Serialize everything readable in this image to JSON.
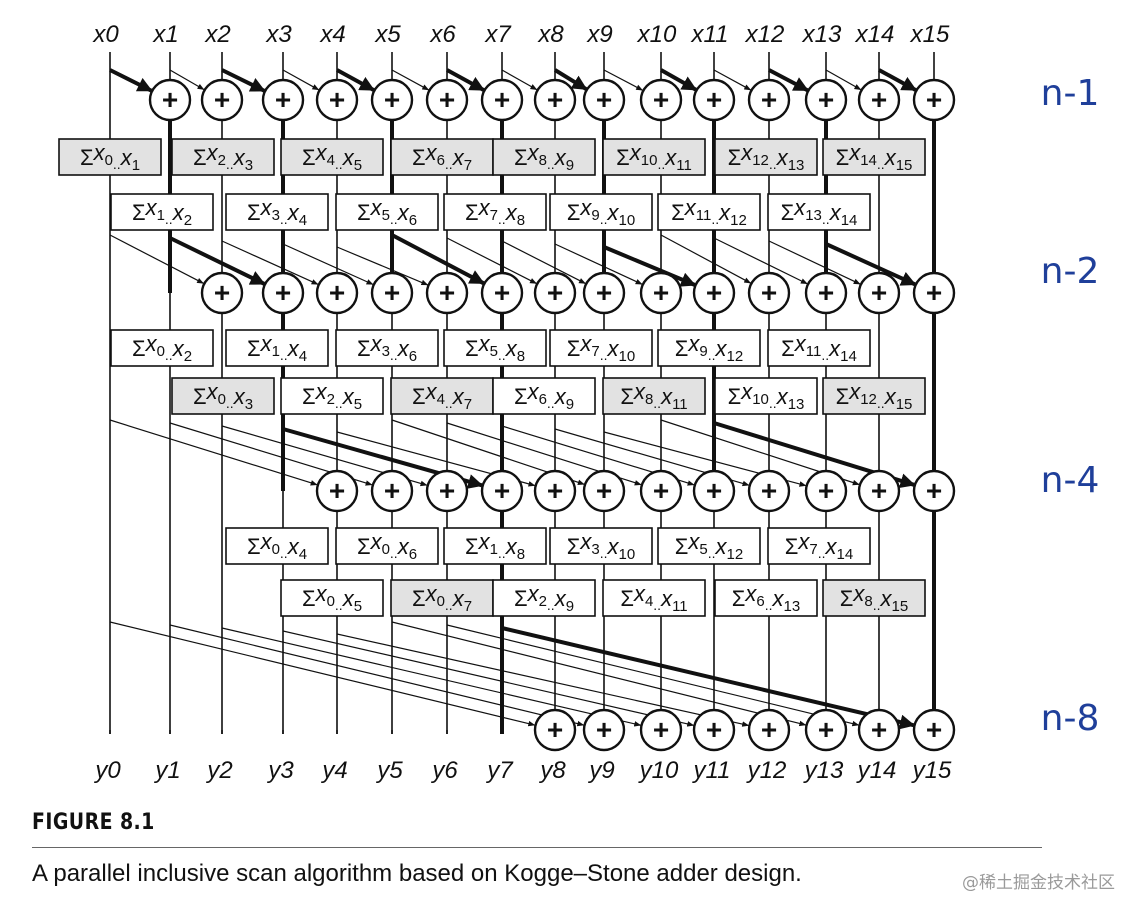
{
  "caption": {
    "figure_label": "FIGURE 8.1",
    "text": "A parallel inclusive scan algorithm based on Kogge–Stone adder design."
  },
  "watermark": "@稀土掘金技术社区",
  "operator_symbol": "+",
  "sum_symbol": "Σ",
  "inputs": [
    "x0",
    "x1",
    "x2",
    "x3",
    "x4",
    "x5",
    "x6",
    "x7",
    "x8",
    "x9",
    "x10",
    "x11",
    "x12",
    "x13",
    "x14",
    "x15"
  ],
  "outputs": [
    "y0",
    "y1",
    "y2",
    "y3",
    "y4",
    "y5",
    "y6",
    "y7",
    "y8",
    "y9",
    "y10",
    "y11",
    "y12",
    "y13",
    "y14",
    "y15"
  ],
  "stage_notes": [
    "n-1",
    "n-2",
    "n-4",
    "n-8"
  ],
  "stages": [
    {
      "stride": 1,
      "adders": [
        1,
        2,
        3,
        4,
        5,
        6,
        7,
        8,
        9,
        10,
        11,
        12,
        13,
        14,
        15
      ],
      "upper_boxes": [
        {
          "a": "x",
          "as": "0",
          "b": "x",
          "bs": "1",
          "col": 1,
          "shade": true
        },
        {
          "a": "x",
          "as": "2",
          "b": "x",
          "bs": "3",
          "col": 3,
          "shade": true
        },
        {
          "a": "x",
          "as": "4",
          "b": "x",
          "bs": "5",
          "col": 5,
          "shade": true
        },
        {
          "a": "x",
          "as": "6",
          "b": "x",
          "bs": "7",
          "col": 7,
          "shade": true
        },
        {
          "a": "x",
          "as": "8",
          "b": "x",
          "bs": "9",
          "col": 9,
          "shade": true
        },
        {
          "a": "x",
          "as": "10",
          "b": "x",
          "bs": "11",
          "col": 11,
          "shade": true
        },
        {
          "a": "x",
          "as": "12",
          "b": "x",
          "bs": "13",
          "col": 13,
          "shade": true
        },
        {
          "a": "x",
          "as": "14",
          "b": "x",
          "bs": "15",
          "col": 15,
          "shade": true
        }
      ],
      "lower_boxes": [
        {
          "a": "x",
          "as": "1",
          "b": "x",
          "bs": "2",
          "col": 2,
          "shade": false
        },
        {
          "a": "x",
          "as": "3",
          "b": "x",
          "bs": "4",
          "col": 4,
          "shade": false
        },
        {
          "a": "x",
          "as": "5",
          "b": "x",
          "bs": "6",
          "col": 6,
          "shade": false
        },
        {
          "a": "x",
          "as": "7",
          "b": "x",
          "bs": "8",
          "col": 8,
          "shade": false
        },
        {
          "a": "x",
          "as": "9",
          "b": "x",
          "bs": "10",
          "col": 10,
          "shade": false
        },
        {
          "a": "x",
          "as": "11",
          "b": "x",
          "bs": "12",
          "col": 12,
          "shade": false
        },
        {
          "a": "x",
          "as": "13",
          "b": "x",
          "bs": "14",
          "col": 14,
          "shade": false
        }
      ]
    },
    {
      "stride": 2,
      "adders": [
        2,
        3,
        4,
        5,
        6,
        7,
        8,
        9,
        10,
        11,
        12,
        13,
        14,
        15
      ],
      "upper_boxes": [
        {
          "a": "x",
          "as": "0",
          "b": "x",
          "bs": "2",
          "col": 2,
          "shade": false
        },
        {
          "a": "x",
          "as": "1",
          "b": "x",
          "bs": "4",
          "col": 4,
          "shade": false
        },
        {
          "a": "x",
          "as": "3",
          "b": "x",
          "bs": "6",
          "col": 6,
          "shade": false
        },
        {
          "a": "x",
          "as": "5",
          "b": "x",
          "bs": "8",
          "col": 8,
          "shade": false
        },
        {
          "a": "x",
          "as": "7",
          "b": "x",
          "bs": "10",
          "col": 10,
          "shade": false
        },
        {
          "a": "x",
          "as": "9",
          "b": "x",
          "bs": "12",
          "col": 12,
          "shade": false
        },
        {
          "a": "x",
          "as": "11",
          "b": "x",
          "bs": "14",
          "col": 14,
          "shade": false
        }
      ],
      "lower_boxes": [
        {
          "a": "x",
          "as": "0",
          "b": "x",
          "bs": "3",
          "col": 3,
          "shade": true
        },
        {
          "a": "x",
          "as": "2",
          "b": "x",
          "bs": "5",
          "col": 5,
          "shade": false
        },
        {
          "a": "x",
          "as": "4",
          "b": "x",
          "bs": "7",
          "col": 7,
          "shade": true
        },
        {
          "a": "x",
          "as": "6",
          "b": "x",
          "bs": "9",
          "col": 9,
          "shade": false
        },
        {
          "a": "x",
          "as": "8",
          "b": "x",
          "bs": "11",
          "col": 11,
          "shade": true
        },
        {
          "a": "x",
          "as": "10",
          "b": "x",
          "bs": "13",
          "col": 13,
          "shade": false
        },
        {
          "a": "x",
          "as": "12",
          "b": "x",
          "bs": "15",
          "col": 15,
          "shade": true
        }
      ]
    },
    {
      "stride": 4,
      "adders": [
        4,
        5,
        6,
        7,
        8,
        9,
        10,
        11,
        12,
        13,
        14,
        15
      ],
      "upper_boxes": [
        {
          "a": "x",
          "as": "0",
          "b": "x",
          "bs": "4",
          "col": 4,
          "shade": false
        },
        {
          "a": "x",
          "as": "0",
          "b": "x",
          "bs": "6",
          "col": 6,
          "shade": false
        },
        {
          "a": "x",
          "as": "1",
          "b": "x",
          "bs": "8",
          "col": 8,
          "shade": false
        },
        {
          "a": "x",
          "as": "3",
          "b": "x",
          "bs": "10",
          "col": 10,
          "shade": false
        },
        {
          "a": "x",
          "as": "5",
          "b": "x",
          "bs": "12",
          "col": 12,
          "shade": false
        },
        {
          "a": "x",
          "as": "7",
          "b": "x",
          "bs": "14",
          "col": 14,
          "shade": false
        }
      ],
      "lower_boxes": [
        {
          "a": "x",
          "as": "0",
          "b": "x",
          "bs": "5",
          "col": 5,
          "shade": false
        },
        {
          "a": "x",
          "as": "0",
          "b": "x",
          "bs": "7",
          "col": 7,
          "shade": true
        },
        {
          "a": "x",
          "as": "2",
          "b": "x",
          "bs": "9",
          "col": 9,
          "shade": false
        },
        {
          "a": "x",
          "as": "4",
          "b": "x",
          "bs": "11",
          "col": 11,
          "shade": false
        },
        {
          "a": "x",
          "as": "6",
          "b": "x",
          "bs": "13",
          "col": 13,
          "shade": false
        },
        {
          "a": "x",
          "as": "8",
          "b": "x",
          "bs": "15",
          "col": 15,
          "shade": true
        }
      ]
    },
    {
      "stride": 8,
      "adders": [
        8,
        9,
        10,
        11,
        12,
        13,
        14,
        15
      ],
      "upper_boxes": [],
      "lower_boxes": []
    }
  ]
}
